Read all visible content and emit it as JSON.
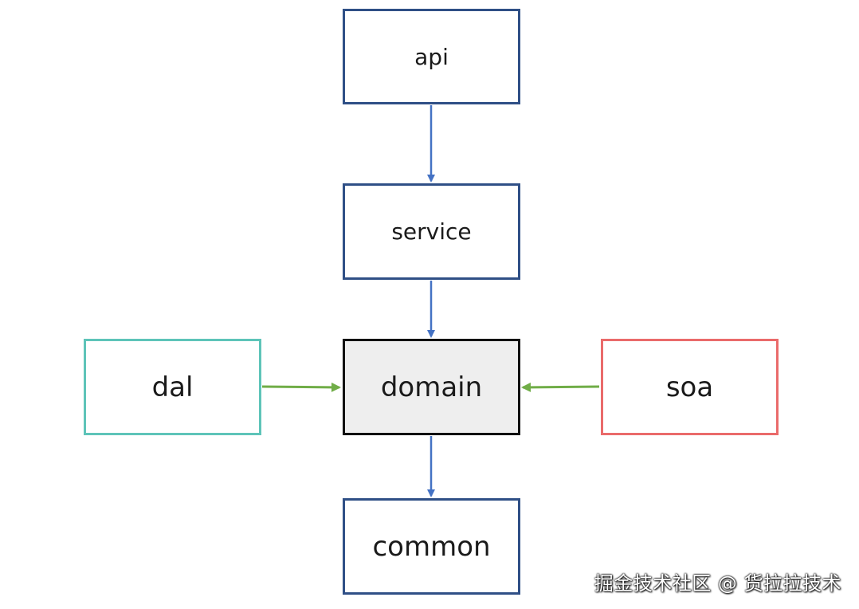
{
  "nodes": {
    "api": "api",
    "service": "service",
    "domain": "domain",
    "dal": "dal",
    "soa": "soa",
    "common": "common"
  },
  "colors": {
    "layer_border": "#2f4f86",
    "domain_border": "#111111",
    "domain_fill": "#eeeeee",
    "dal_border": "#5ec4b9",
    "soa_border": "#ea6b6b",
    "vertical_arrow": "#4472c4",
    "horizontal_arrow": "#70ad47"
  },
  "watermark": "掘金技术社区 @ 货拉拉技术"
}
